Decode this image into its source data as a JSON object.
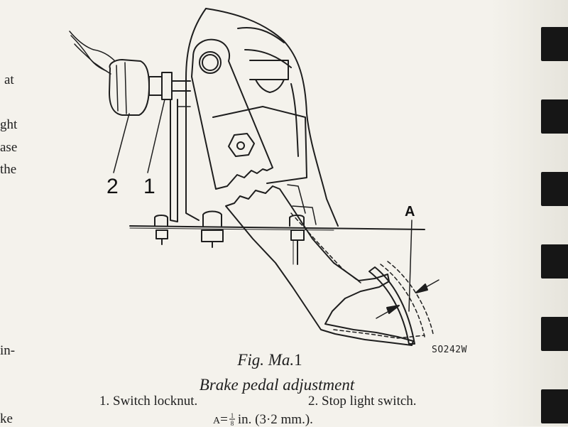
{
  "margin_text": [
    "at",
    "ght",
    "ase",
    "the",
    "in-",
    "ke"
  ],
  "callouts": {
    "item_2": "2",
    "item_1": "1",
    "dimension_a": "A"
  },
  "reference_code": "SO242W",
  "figure": {
    "label_prefix": "Fig. Ma.",
    "label_number": "1",
    "title": "Brake pedal adjustment"
  },
  "legend": {
    "item_1": "1.  Switch locknut.",
    "item_2": "2.  Stop light switch."
  },
  "dimension_note": {
    "symbol": "A",
    "equals": "=",
    "value_prefix": "in. (3·2 mm.)."
  },
  "colors": {
    "paper": "#f4f2ec",
    "ink": "#1e1e1e",
    "binding_tabs": "#161616"
  }
}
